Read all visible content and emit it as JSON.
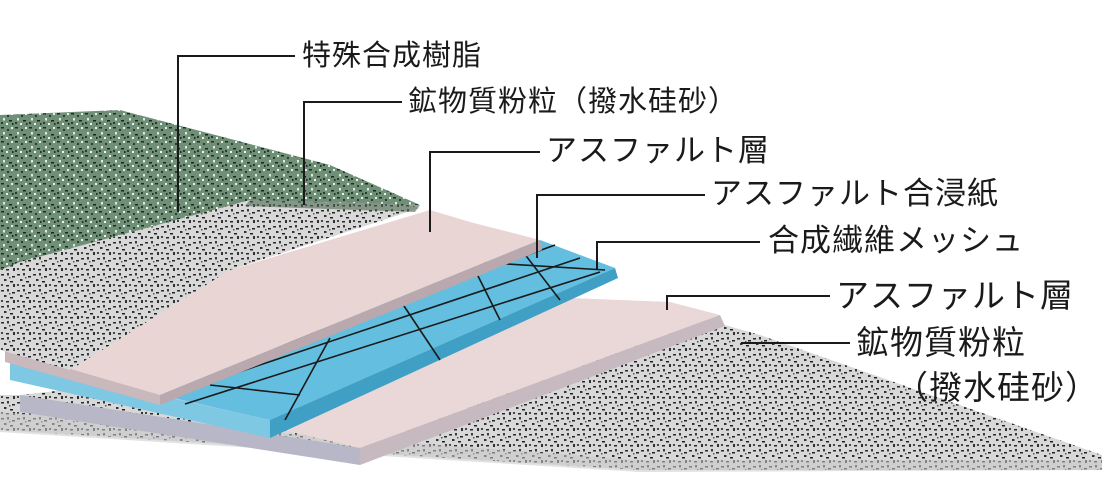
{
  "labels": {
    "l1": "特殊合成樹脂",
    "l2": "鉱物質粉粒（撥水硅砂）",
    "l3": "アスファルト層",
    "l4": "アスファルト合浸紙",
    "l5": "合成繊維メッシュ",
    "l6": "アスファルト層",
    "l7": "鉱物質粉粒",
    "l8": "（撥水硅砂）"
  },
  "colors": {
    "green_resin": "#6f9076",
    "gravel_base": "#d9d9d9",
    "asphalt": "#e8d4d4",
    "paper_blue": "#5fb8d8",
    "background": "#ffffff"
  }
}
